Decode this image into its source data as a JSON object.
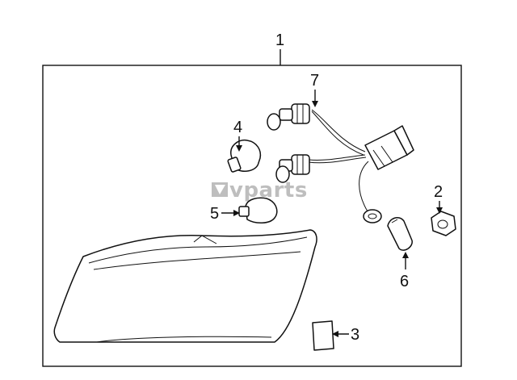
{
  "callouts": {
    "c1": "1",
    "c2": "2",
    "c3": "3",
    "c4": "4",
    "c5": "5",
    "c6": "6",
    "c7": "7"
  },
  "watermark": "vparts",
  "colors": {
    "line": "#111111",
    "watermark": "#8a8a8a",
    "background": "#ffffff"
  }
}
